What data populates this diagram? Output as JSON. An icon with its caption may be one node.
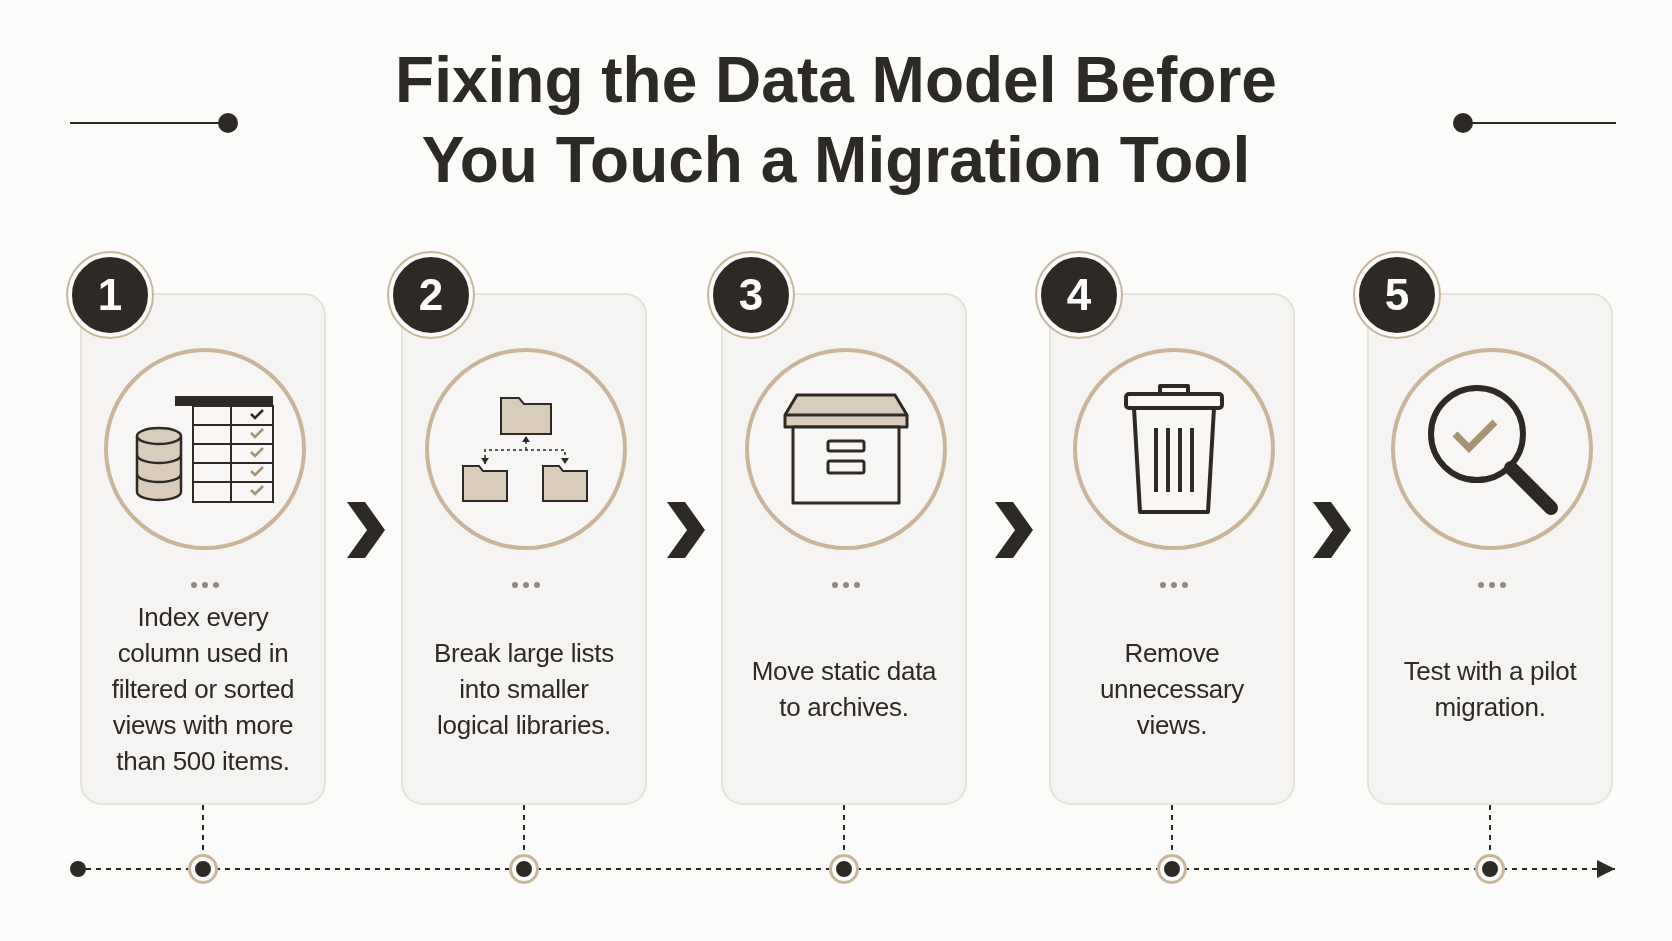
{
  "diagram": {
    "title": "Fixing the Data Model Before You Touch a Migration Tool",
    "nodes": [
      {
        "text": [
          "1",
          "Index every column used in filtered or sorted views with more than 500 items."
        ]
      },
      {
        "text": [
          "2",
          "Break large lists into smaller logical libraries."
        ]
      },
      {
        "text": [
          "3",
          "Move static data to archives."
        ]
      },
      {
        "text": [
          "4",
          "Remove unnecessary views."
        ]
      },
      {
        "text": [
          "5",
          "Test with a pilot migration."
        ]
      },
      {
        "text": [],
        "shape": "circle"
      },
      {
        "text": [],
        "shape": "circle"
      },
      {
        "text": [],
        "shape": "circle"
      },
      {
        "text": [],
        "shape": "circle"
      },
      {
        "text": [],
        "shape": "circle"
      },
      {
        "text": [],
        "shape": "circle"
      }
    ],
    "edges": [
      {
        "from": 0,
        "to": 1,
        "arrow": "to"
      },
      {
        "from": 1,
        "to": 2,
        "arrow": "to"
      },
      {
        "from": 2,
        "to": 3,
        "arrow": "to"
      },
      {
        "from": 3,
        "to": 4,
        "arrow": "to"
      },
      {
        "from": 0,
        "to": 6,
        "arrow": "none",
        "style": "dashed"
      },
      {
        "from": 1,
        "to": 7,
        "arrow": "none",
        "style": "dashed"
      },
      {
        "from": 2,
        "to": 8,
        "arrow": "none",
        "style": "dashed"
      },
      {
        "from": 3,
        "to": 9,
        "arrow": "none",
        "style": "dashed"
      },
      {
        "from": 4,
        "to": 10,
        "arrow": "none",
        "style": "dashed"
      },
      {
        "from": 5,
        "to": 6,
        "arrow": "none",
        "style": "dashed"
      },
      {
        "from": 6,
        "to": 7,
        "arrow": "none",
        "style": "dashed"
      },
      {
        "from": 7,
        "to": 8,
        "arrow": "none",
        "style": "dashed"
      },
      {
        "from": 8,
        "to": 9,
        "arrow": "none",
        "style": "dashed"
      },
      {
        "from": 9,
        "to": 10,
        "arrow": "none",
        "style": "dashed"
      },
      {
        "from": 10,
        "to": null,
        "arrow": "to",
        "style": "dashed"
      }
    ]
  }
}
